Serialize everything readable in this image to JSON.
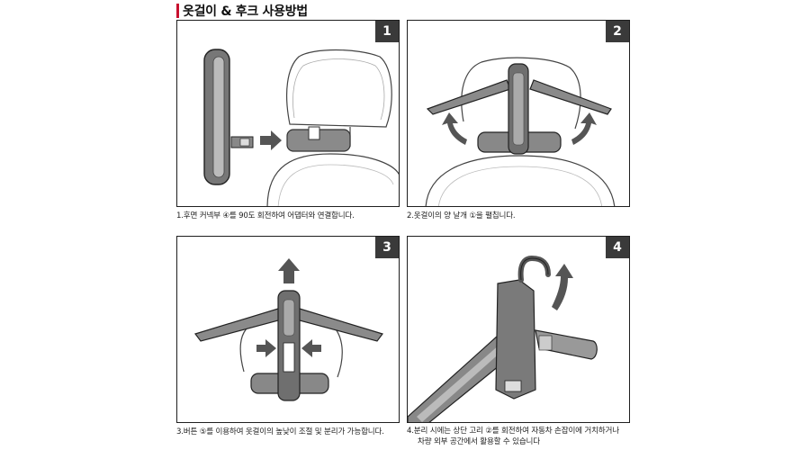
{
  "heading": "옷걸이 & 후크 사용방법",
  "colors": {
    "accent": "#c8102e",
    "badge": "#3a3a3a",
    "part_dark": "#777777",
    "arrow": "#555555"
  },
  "steps": [
    {
      "number": "1",
      "caption": "1.후면 커넥부 ④를 90도 회전하여 어댑터와 연결합니다."
    },
    {
      "number": "2",
      "caption": "2.옷걸이의 양 날개 ①을 펼칩니다."
    },
    {
      "number": "3",
      "caption": "3.버튼 ⑤를 이용하여 옷걸이의 높낮이 조절 및 분리가 가능합니다."
    },
    {
      "number": "4",
      "caption_line1": "4.분리 시에는 상단 고리 ②를 회전하여 자동차 손잡이에 거치하거나",
      "caption_line2": "차량 외부 공간에서 활용할 수 있습니다"
    }
  ],
  "icons": [
    "right-arrow-icon",
    "curved-arrow-icon",
    "up-arrow-icon",
    "left-arrow-icon"
  ]
}
